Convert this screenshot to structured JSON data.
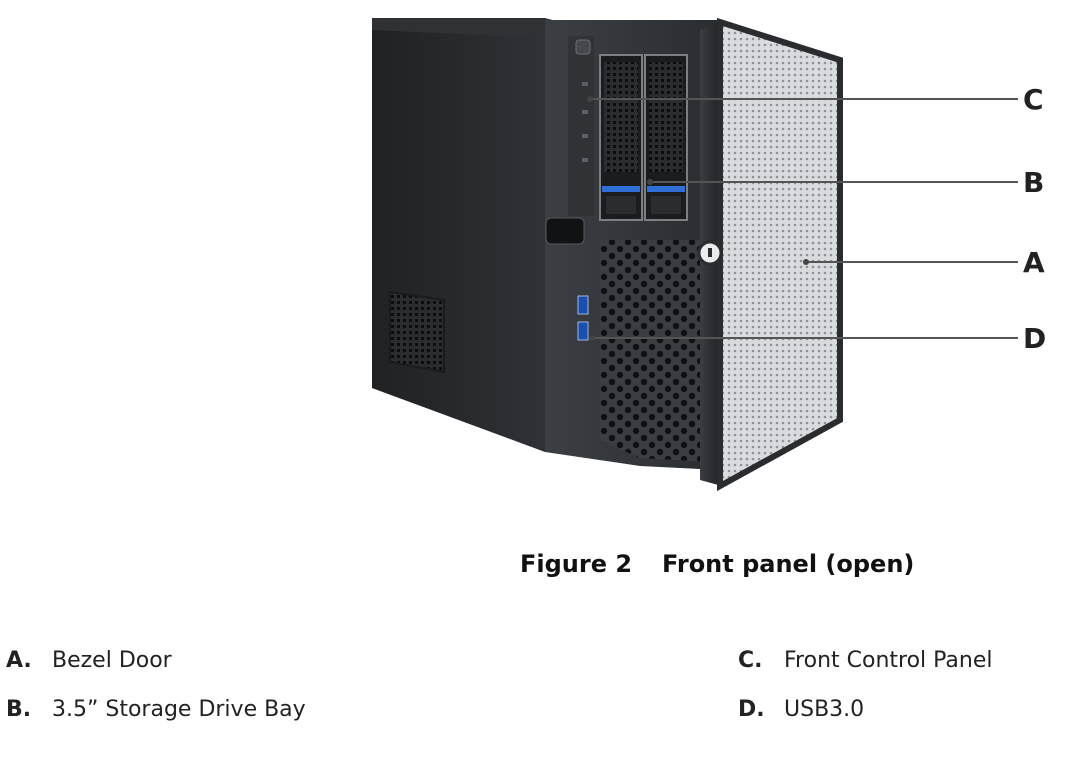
{
  "figure": {
    "callouts": [
      {
        "letter": "C",
        "target": "front-control-panel"
      },
      {
        "letter": "B",
        "target": "storage-drive-bay"
      },
      {
        "letter": "A",
        "target": "bezel-door"
      },
      {
        "letter": "D",
        "target": "usb-ports"
      }
    ]
  },
  "caption": {
    "number": "Figure 2",
    "title": "Front panel (open)"
  },
  "legend": [
    {
      "key": "A.",
      "label": "Bezel Door"
    },
    {
      "key": "B.",
      "label": "3.5” Storage Drive Bay"
    },
    {
      "key": "C.",
      "label": "Front Control Panel"
    },
    {
      "key": "D.",
      "label": "USB3.0"
    }
  ],
  "colors": {
    "chassis": "#2b2d30",
    "chassis_front": "#34373b",
    "mesh": "#c9ccd0",
    "accent_blue": "#2f6fd6"
  }
}
